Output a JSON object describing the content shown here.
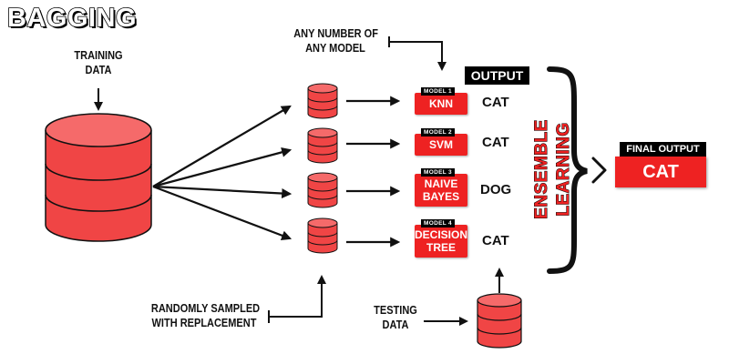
{
  "title": "BAGGING",
  "labels": {
    "training_data": [
      "TRAINING",
      "DATA"
    ],
    "any_model": [
      "ANY NUMBER OF",
      "ANY MODEL"
    ],
    "output": "OUTPUT",
    "random_sampled": [
      "RANDOMLY SAMPLED",
      "WITH REPLACEMENT"
    ],
    "testing_data": [
      "TESTING",
      "DATA"
    ],
    "ensemble": "ENSEMBLE LEARNING",
    "final_output": "FINAL OUTPUT",
    "final_value": "CAT"
  },
  "models": [
    {
      "tag": "MODEL 1",
      "name_lines": [
        "KNN"
      ],
      "prediction": "CAT"
    },
    {
      "tag": "MODEL 2",
      "name_lines": [
        "SVM"
      ],
      "prediction": "CAT"
    },
    {
      "tag": "MODEL 3",
      "name_lines": [
        "NAIVE",
        "BAYES"
      ],
      "prediction": "DOG"
    },
    {
      "tag": "MODEL 4",
      "name_lines": [
        "DECISION",
        "TREE"
      ],
      "prediction": "CAT"
    }
  ],
  "colors": {
    "accent": "#ee2222",
    "dark": "#111111"
  }
}
